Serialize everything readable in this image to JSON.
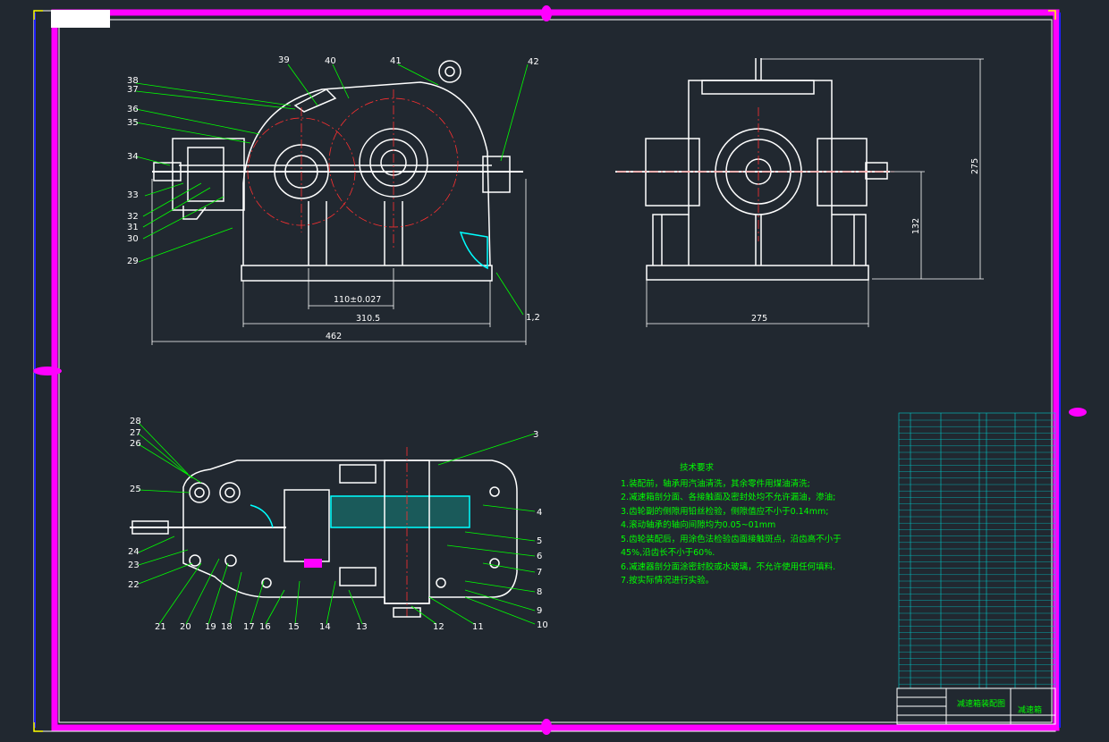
{
  "drawing": {
    "corner_stamp": "",
    "tech_title": "技术要求",
    "tech_notes": [
      "1.装配前，轴承用汽油清洗，其余零件用煤油清洗;",
      "2.减速箱剖分面、各接触面及密封处均不允许漏油，渗油;",
      "3.齿轮副的侧隙用铅丝检验，侧隙值应不小于0.14mm;",
      "4.滚动轴承的轴向间隙均为0.05~01mm",
      "5.齿轮装配后，用涂色法检验齿面接触斑点，沿齿高不小于",
      "45%,沿齿长不小于60%.",
      "6.减速器剖分面涂密封胶或水玻璃，不允许使用任何填料.",
      "7.按实际情况进行实验。"
    ],
    "dimensions": {
      "center_distance": "110±0.027",
      "base_length": "310.5",
      "overall_length": "462",
      "side_width": "275",
      "side_height": "275",
      "shaft_height": "132"
    },
    "front_labels": [
      "39",
      "40",
      "41",
      "42",
      "38",
      "37",
      "36",
      "35",
      "34",
      "33",
      "32",
      "31",
      "30",
      "29",
      "1,2"
    ],
    "top_labels": [
      "28",
      "27",
      "26",
      "25",
      "24",
      "23",
      "22",
      "21",
      "20",
      "19",
      "18",
      "17",
      "16",
      "15",
      "14",
      "13",
      "12",
      "11",
      "10",
      "9",
      "8",
      "7",
      "6",
      "5",
      "4",
      "3"
    ],
    "title_block": {
      "drawing_name": "减速箱装配图",
      "part_name": "减速箱"
    }
  }
}
